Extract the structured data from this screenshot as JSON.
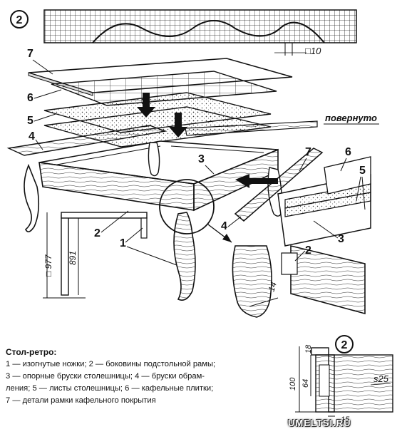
{
  "diagram": {
    "marks": {
      "circle_top": "2",
      "circle_bottom": "2",
      "callout_7a": "7",
      "callout_6a": "6",
      "callout_5a": "5",
      "callout_4a": "4",
      "callout_3a": "3",
      "callout_2a": "2",
      "callout_1": "1",
      "callout_7b": "7",
      "callout_6b": "6",
      "callout_5b": "5",
      "callout_4b": "4",
      "callout_3b": "3",
      "callout_2b": "2"
    },
    "rotated_label": "повернуто",
    "dims": {
      "d10": "□10",
      "d977": "□ 977",
      "d891": "891",
      "d14": "14",
      "d18": "18",
      "d100": "100",
      "d64": "64",
      "d15": "15",
      "s25": "s25"
    }
  },
  "caption": {
    "title": "Стол-ретро:",
    "line1": "1 — изогнутые ножки; 2 — боковины подстольной рамы;",
    "line2": "3 — опорные бруски столешницы; 4 — бруски обрам-",
    "line3": "ления; 5 — листы столешницы; 6 — кафельные плитки;",
    "line4": "7 — детали рамки кафельного покрытия"
  },
  "watermark": "UMELTSI.RU"
}
